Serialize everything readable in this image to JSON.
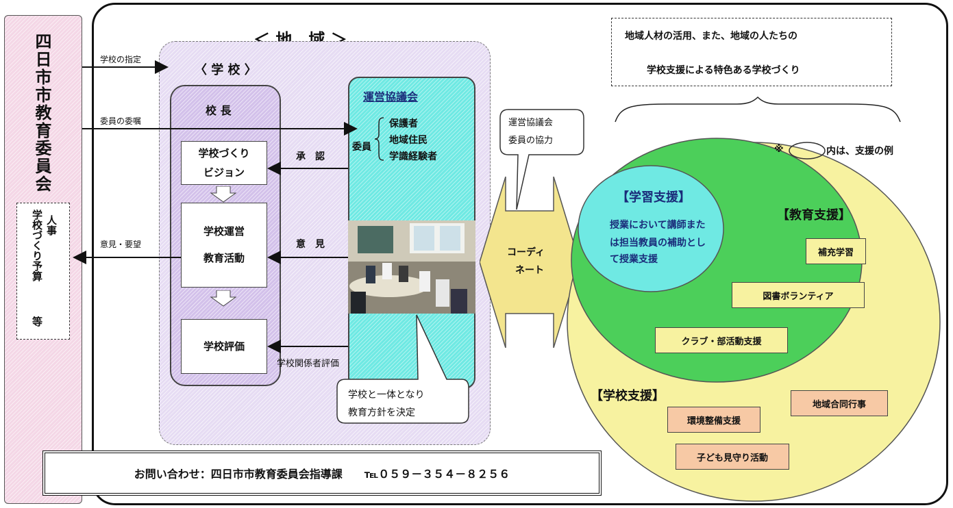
{
  "board": {
    "title": "四日市市教育委員会",
    "box_line1": "人事",
    "box_line2": "学校づくり予算",
    "box_line3": "等"
  },
  "region": {
    "title": "＜ 地　域 ＞"
  },
  "school": {
    "title": "〈 学 校 〉",
    "principal": "校 長",
    "vision_line1": "学校づくり",
    "vision_line2": "ビジョン",
    "operation_line1": "学校運営",
    "operation_line2": "教育活動",
    "evaluation": "学校評価"
  },
  "council": {
    "title": "運営協議会",
    "members_label": "委員",
    "members": [
      "保護者",
      "地域住民",
      "学識経験者"
    ]
  },
  "arrows": {
    "designation": "学校の指定",
    "commission": "委員の委嘱",
    "approval": "承　認",
    "opinion": "意　見",
    "opinion_request": "意見・要望",
    "stakeholder_eval": "学校関係者評価"
  },
  "callouts": {
    "council_coop_line1": "運営協議会",
    "council_coop_line2": "委員の協力",
    "unified_line1": "学校と一体となり",
    "unified_line2": "教育方針を決定"
  },
  "coordinate": {
    "line1": "コーディ",
    "line2": "ネート"
  },
  "note_box": {
    "line1": "地域人材の活用、また、地域の人たちの",
    "line2": "学校支援による特色ある学校づくり"
  },
  "legend": {
    "prefix": "※",
    "suffix": "内は、支援の例"
  },
  "learning": {
    "title": "【学習支援】",
    "line1": "授業において講師また",
    "line2": "は担当教員の補助とし",
    "line3": "て授業支援"
  },
  "education": {
    "title": "【教育支援】",
    "items": [
      "補充学習",
      "図書ボランティア",
      "クラブ・部活動支援"
    ]
  },
  "school_support": {
    "title": "【学校支援】",
    "items": [
      "地域合同行事",
      "環境整備支援",
      "子ども見守り活動"
    ]
  },
  "contact": {
    "text": "お問い合わせ：四日市市教育委員会指導課　　℡０５９－３５４－８２５６"
  },
  "colors": {
    "pink": "#f4d7e6",
    "lavender": "#e6dcf3",
    "cyan": "#6fe9e3",
    "yellow": "#f7f2a0",
    "green": "#4ccf5a",
    "orange": "#f7c9a5"
  }
}
